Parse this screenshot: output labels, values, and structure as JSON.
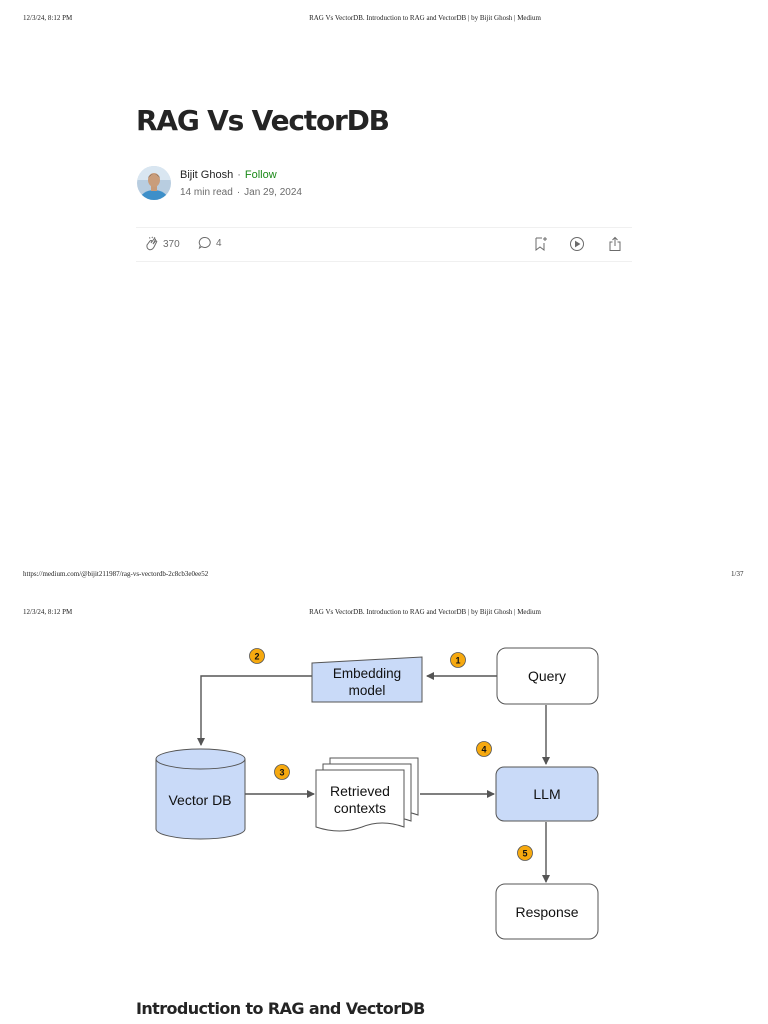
{
  "page1": {
    "header_left": "12/3/24, 8:12 PM",
    "header_center": "RAG Vs VectorDB. Introduction to RAG and VectorDB | by Bijit Ghosh | Medium",
    "footer_left": "https://medium.com/@bijit211987/rag-vs-vectordb-2c8cb3e0ee52",
    "footer_right": "1/37"
  },
  "page2": {
    "header_left": "12/3/24, 8:12 PM",
    "header_center": "RAG Vs VectorDB. Introduction to RAG and VectorDB | by Bijit Ghosh | Medium"
  },
  "article": {
    "title": "RAG Vs VectorDB",
    "author": "Bijit Ghosh",
    "separator": "·",
    "follow_label": "Follow",
    "read_time": "14 min read",
    "date": "Jan 29, 2024",
    "claps": "370",
    "responses": "4",
    "section_heading": "Introduction to RAG and VectorDB"
  },
  "diagram": {
    "embedding_model": [
      "Embedding",
      "model"
    ],
    "query": "Query",
    "vector_db": "Vector DB",
    "retrieved_contexts": [
      "Retrieved",
      "contexts"
    ],
    "llm": "LLM",
    "response": "Response",
    "steps": [
      "1",
      "2",
      "3",
      "4",
      "5"
    ]
  },
  "icons": [
    "clap-icon",
    "comment-icon",
    "bookmark-add-icon",
    "play-icon",
    "share-icon"
  ],
  "colors": {
    "follow": "#1a8917",
    "node_fill": "#c9daf8",
    "step_badge": "#f6a90f",
    "text_muted": "#6b6b6b"
  }
}
